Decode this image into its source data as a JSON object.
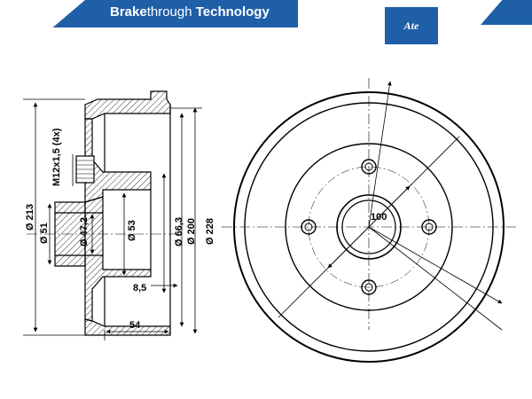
{
  "header": {
    "brand_bold": "Brake",
    "brand_thin": "through",
    "brand_rest": " Technology",
    "logo_text": "Ate"
  },
  "colors": {
    "brand": "#1f5fa8",
    "line": "#000000"
  },
  "dimensions": {
    "d213": "Ø 213",
    "d51": "Ø 51",
    "d47": "Ø 47,2",
    "d53": "Ø 53",
    "d66": "Ø 66,3",
    "d200": "Ø 200",
    "d228": "Ø 228",
    "thread": "M12x1,5 (4x)",
    "w85": "8,5",
    "w54": "54",
    "pcd": "100"
  }
}
